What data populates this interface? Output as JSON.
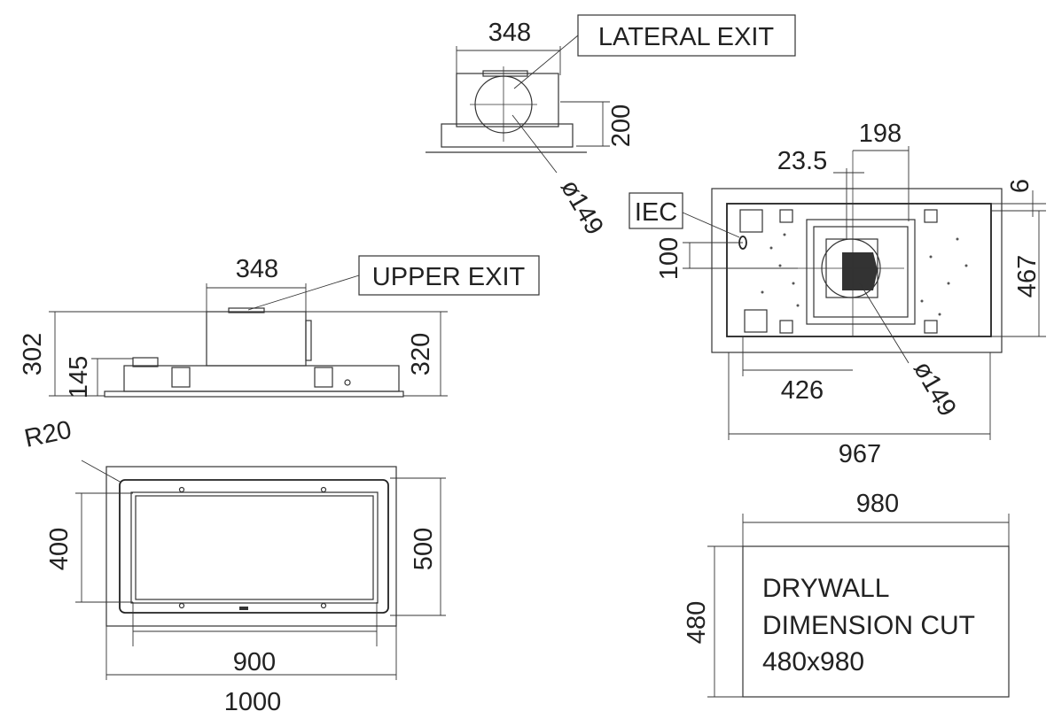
{
  "lateral_view": {
    "width_dim": "348",
    "height_dim": "200",
    "diameter_dim": "ø149",
    "label": "LATERAL EXIT"
  },
  "side_view": {
    "width_dim": "348",
    "label": "UPPER EXIT",
    "total_height_dim": "302",
    "base_height_dim": "145",
    "body_height_dim": "320"
  },
  "bottom_view": {
    "radius_dim": "R20",
    "inner_height_dim": "400",
    "outer_height_dim": "500",
    "inner_width_dim": "900",
    "outer_width_dim": "1000"
  },
  "top_view": {
    "label": "IEC",
    "dim_198": "198",
    "dim_23_5": "23.5",
    "dim_6": "6",
    "dim_467": "467",
    "dim_100": "100",
    "dim_426": "426",
    "dim_967": "967",
    "diameter_dim": "ø149"
  },
  "drywall": {
    "width_dim": "980",
    "height_dim": "480",
    "line1": "DRYWALL",
    "line2": "DIMENSION CUT",
    "line3": "480x980"
  }
}
